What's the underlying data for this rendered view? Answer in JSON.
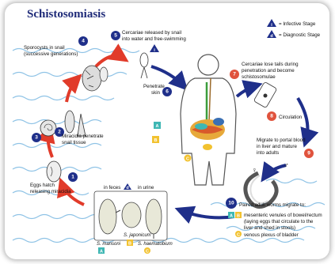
{
  "title": "Schistosomiasis",
  "legend": {
    "infective": "= Infective Stage",
    "diagnostic": "= Diagnostic Stage",
    "infective_symbol": "i",
    "diagnostic_symbol": "d"
  },
  "steps": [
    {
      "n": "1",
      "label": "Eggs hatch",
      "label2": "releasing miracidia"
    },
    {
      "n": "2",
      "label": "Miracidia penetrate",
      "label2": "snail tissue"
    },
    {
      "n": "3",
      "label": "",
      "label2": ""
    },
    {
      "n": "4",
      "label": "Sporocysts in snail",
      "label2": "(successive generations)"
    },
    {
      "n": "5",
      "label": "Cercariae released by snail",
      "label2": "into water and free-swimming"
    },
    {
      "n": "6",
      "label": "Penetrate",
      "label2": "skin"
    },
    {
      "n": "7",
      "label": "Cercariae lose tails during",
      "label2": "penetration and become",
      "label3": "schistosomulae"
    },
    {
      "n": "8",
      "label": "Circulation",
      "label2": ""
    },
    {
      "n": "9",
      "label": "Migrate to portal blood",
      "label2": "in liver and mature",
      "label3": "into adults"
    },
    {
      "n": "10",
      "label": "Paired adult worms migrate to:",
      "label2": ""
    }
  ],
  "migration": {
    "a_line1": "mesenteric venules of bowel/rectum",
    "a_line2": "(laying eggs that circulate to the",
    "a_line3": "liver and shed in stools)",
    "c_line": "venous plexus of bladder"
  },
  "eggs": {
    "in_feces": "in feces",
    "in_urine": "in urine",
    "s_mansoni": "S. mansoni",
    "s_japonicum": "S. japonicum",
    "s_haematobium": "S. haematobium"
  },
  "badges": {
    "a": "A",
    "b": "B",
    "c": "C"
  },
  "symbols": {
    "female": "♀",
    "male": "♂"
  },
  "colors": {
    "step_dark": "#1f2f8a",
    "step_red": "#e0533d",
    "arrow_red": "#e13b2a",
    "arrow_blue": "#1f2f8a",
    "badge_teal": "#3fb7b4",
    "badge_yellow": "#f2c230",
    "water": "#8fc3e6"
  }
}
